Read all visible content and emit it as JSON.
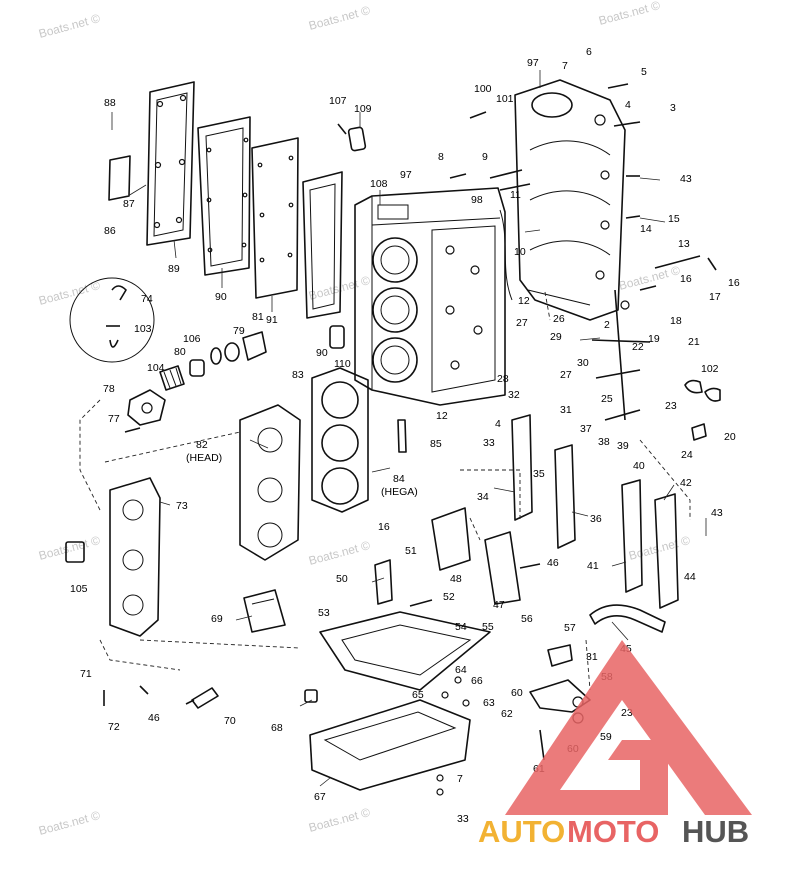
{
  "watermark": "Boats.net ©",
  "brand": {
    "part1": "AUTO",
    "part2": "MOTO",
    "part3": "HUB",
    "colors": {
      "logo_red": "#e05050",
      "logo_gold": "#f2b233",
      "logo_gray": "#555555"
    }
  },
  "callouts": [
    "88",
    "87",
    "86",
    "89",
    "90",
    "91",
    "90",
    "107",
    "109",
    "108",
    "97",
    "100",
    "101",
    "97",
    "7",
    "6",
    "5",
    "4",
    "3",
    "8",
    "9",
    "98",
    "11",
    "43",
    "15",
    "14",
    "13",
    "10",
    "12",
    "16",
    "17",
    "16",
    "18",
    "27",
    "26",
    "2",
    "19",
    "29",
    "22",
    "21",
    "30",
    "27",
    "28",
    "32",
    "25",
    "31",
    "23",
    "12",
    "4",
    "33",
    "85",
    "74",
    "103",
    "106",
    "81",
    "79",
    "80",
    "104",
    "78",
    "77",
    "83",
    "82",
    "(HEAD)",
    "84",
    "(HEGA)",
    "73",
    "105",
    "16",
    "51",
    "50",
    "52",
    "48",
    "47",
    "46",
    "53",
    "69",
    "34",
    "35",
    "37",
    "38",
    "39",
    "40",
    "36",
    "42",
    "41",
    "43",
    "44",
    "45",
    "24",
    "20",
    "102",
    "54",
    "55",
    "56",
    "57",
    "64",
    "65",
    "66",
    "60",
    "63",
    "62",
    "31",
    "58",
    "23",
    "59",
    "60",
    "61",
    "71",
    "72",
    "46",
    "70",
    "68",
    "67",
    "7",
    "33",
    "110"
  ]
}
